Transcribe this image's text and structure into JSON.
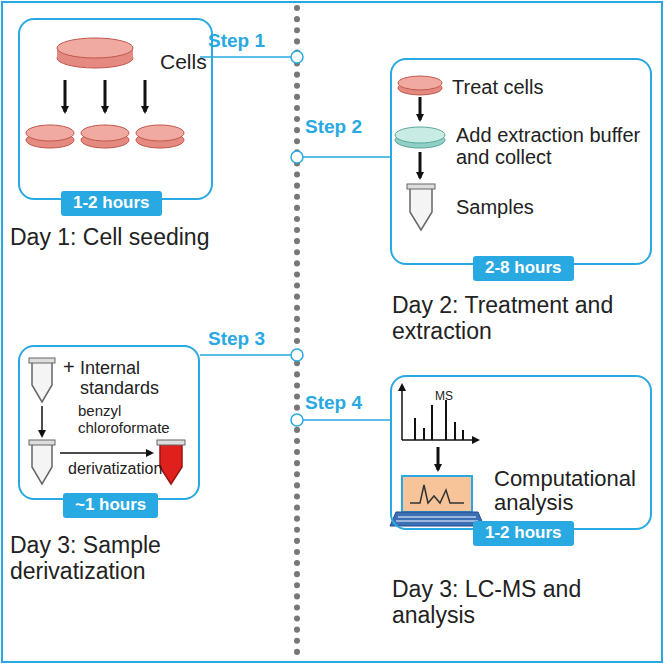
{
  "diagram": {
    "nodes": [
      {
        "text": [
          "Cells"
        ]
      },
      {
        "text": [
          "1-2 hours"
        ],
        "in": 0
      },
      {
        "text": [
          "Treat cells",
          "Add extraction buffer and collect",
          "Samples"
        ]
      },
      {
        "text": [
          "2-8 hours"
        ],
        "in": 2
      },
      {
        "text": [
          "+",
          "Internal standards",
          "benzyl chloroformate",
          "derivatization"
        ]
      },
      {
        "text": [
          "~1 hours"
        ],
        "in": 4
      },
      {
        "text": [
          "MS",
          "Computational analysis"
        ]
      },
      {
        "text": [
          "1-2 hours"
        ],
        "in": 6
      }
    ],
    "labels": [
      "Step 1",
      "Step 2",
      "Step 3",
      "Step 4",
      "Day 1: Cell seeding",
      "Day 2: Treatment and extraction",
      "Day 3: Sample derivatization",
      "Day 3: LC-MS and analysis"
    ]
  }
}
